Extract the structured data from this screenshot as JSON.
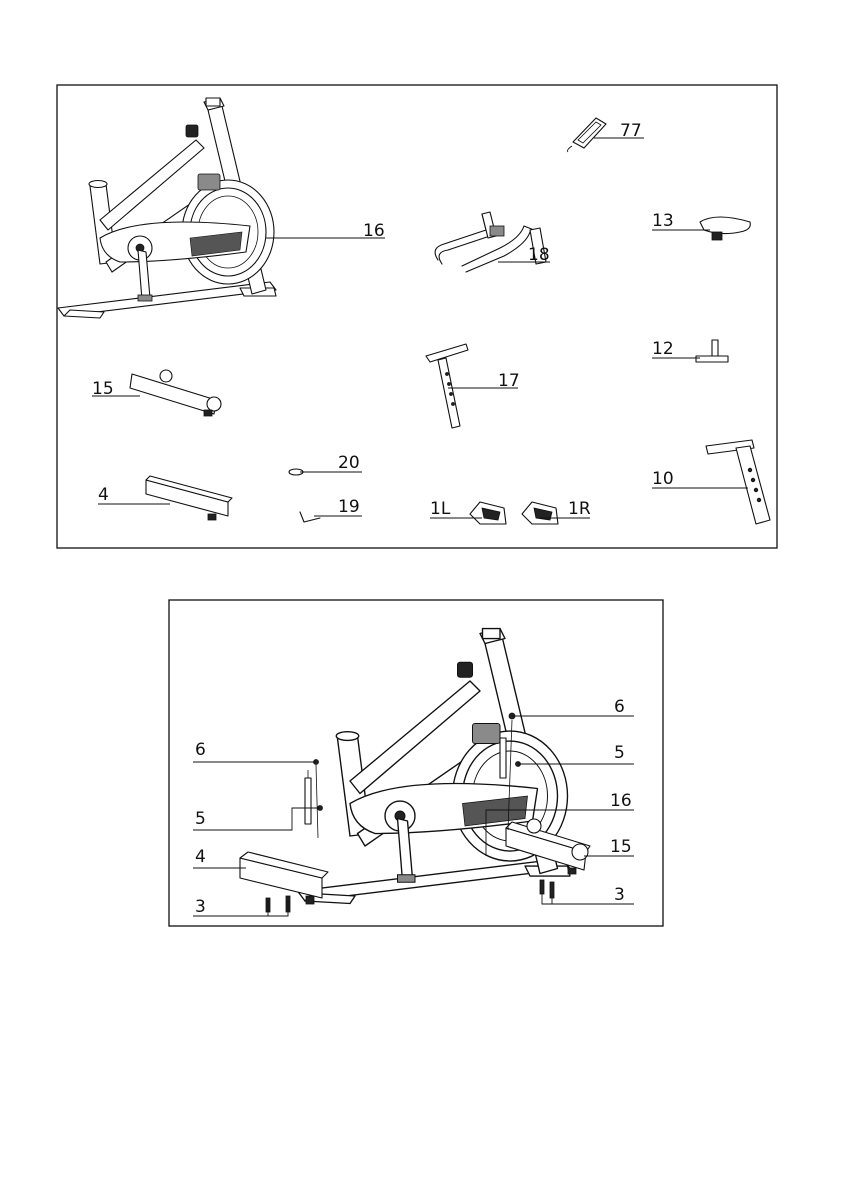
{
  "top_panel": {
    "labels": {
      "frame": "16",
      "console": "77",
      "handlebar": "18",
      "saddle": "13",
      "front_stabilizer": "15",
      "seat_post": "17",
      "seat_slider": "12",
      "rear_stabilizer": "4",
      "knob": "20",
      "bolt": "19",
      "pedal_left": "1L",
      "pedal_right": "1R",
      "handlebar_post": "10"
    }
  },
  "bottom_panel": {
    "labels": {
      "nut_left": "6",
      "washer_left": "5",
      "rear_stabilizer": "4",
      "bolt_left": "3",
      "nut_right": "6",
      "washer_right": "5",
      "frame": "16",
      "front_stabilizer": "15",
      "bolt_right": "3"
    }
  }
}
